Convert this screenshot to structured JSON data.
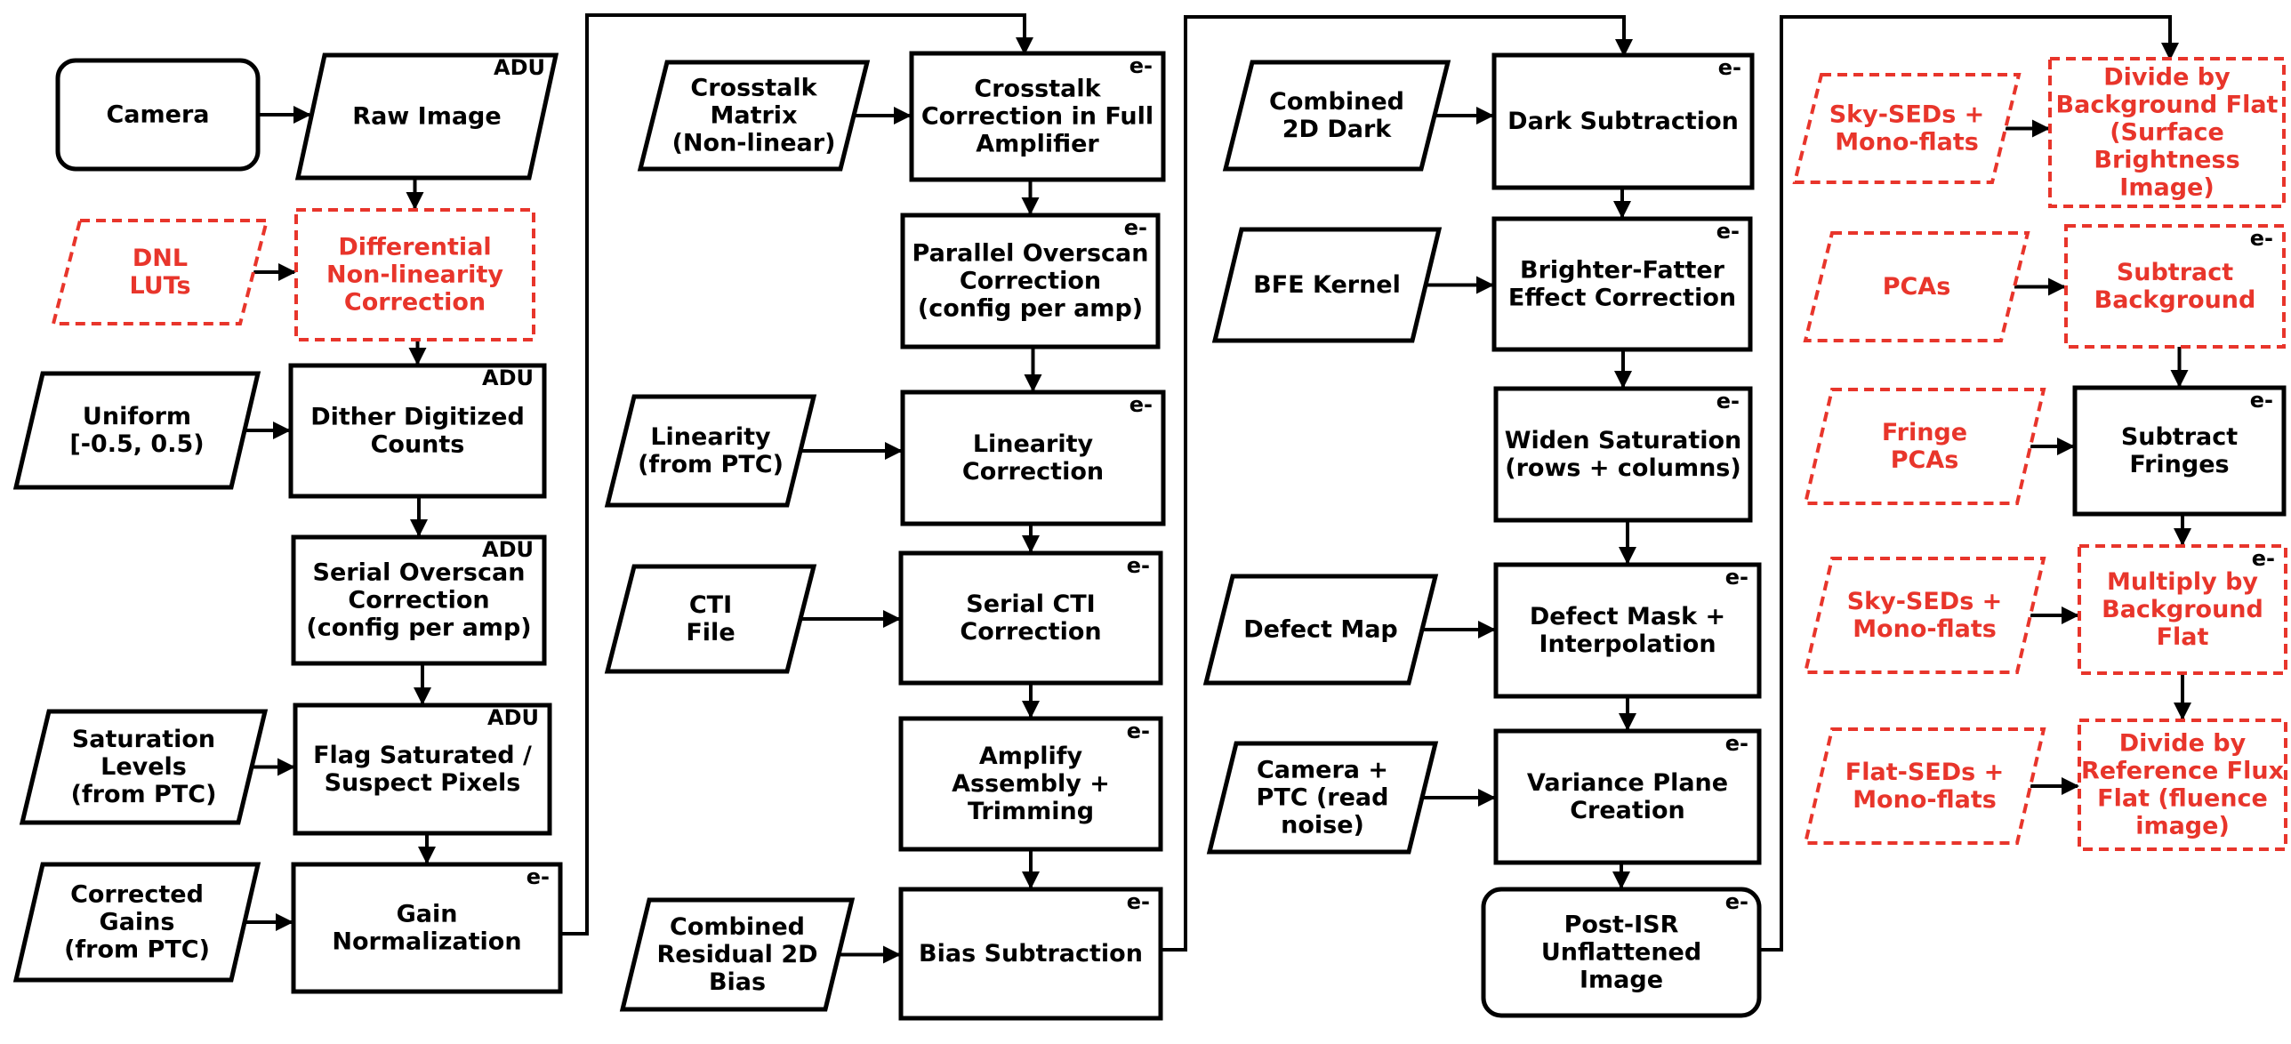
{
  "colors": {
    "black": "#000000",
    "red": "#e8352b"
  },
  "columns": [
    {
      "nodes": [
        {
          "id": "camera",
          "shape": "rounded",
          "style": "solid",
          "lines": [
            "Camera"
          ]
        },
        {
          "id": "raw-image",
          "shape": "para",
          "style": "solid",
          "lines": [
            "Raw Image"
          ],
          "unit": "ADU"
        },
        {
          "id": "dnl-luts",
          "shape": "para",
          "style": "dashed",
          "lines": [
            "DNL",
            "LUTs"
          ]
        },
        {
          "id": "dnl-correction",
          "shape": "rect",
          "style": "dashed",
          "lines": [
            "Differential",
            "Non-linearity",
            "Correction"
          ]
        },
        {
          "id": "uniform",
          "shape": "para",
          "style": "solid",
          "lines": [
            "Uniform",
            "[-0.5, 0.5)"
          ]
        },
        {
          "id": "dither",
          "shape": "rect",
          "style": "solid",
          "lines": [
            "Dither Digitized",
            "Counts"
          ],
          "unit": "ADU"
        },
        {
          "id": "serial-overscan",
          "shape": "rect",
          "style": "solid",
          "lines": [
            "Serial Overscan",
            "Correction",
            "(config per amp)"
          ],
          "unit": "ADU"
        },
        {
          "id": "saturation-levels",
          "shape": "para",
          "style": "solid",
          "lines": [
            "Saturation",
            "Levels",
            "(from PTC)"
          ]
        },
        {
          "id": "flag-saturated",
          "shape": "rect",
          "style": "solid",
          "lines": [
            "Flag Saturated /",
            "Suspect Pixels"
          ],
          "unit": "ADU"
        },
        {
          "id": "corrected-gains",
          "shape": "para",
          "style": "solid",
          "lines": [
            "Corrected",
            "Gains",
            "(from PTC)"
          ]
        },
        {
          "id": "gain-normalization",
          "shape": "rect",
          "style": "solid",
          "lines": [
            "Gain",
            "Normalization"
          ],
          "unit": "e-"
        }
      ]
    },
    {
      "nodes": [
        {
          "id": "crosstalk-matrix",
          "shape": "para",
          "style": "solid",
          "lines": [
            "Crosstalk",
            "Matrix",
            "(Non-linear)"
          ]
        },
        {
          "id": "crosstalk-correction",
          "shape": "rect",
          "style": "solid",
          "lines": [
            "Crosstalk",
            "Correction in Full",
            "Amplifier"
          ],
          "unit": "e-"
        },
        {
          "id": "parallel-overscan",
          "shape": "rect",
          "style": "solid",
          "lines": [
            "Parallel Overscan",
            "Correction",
            "(config per amp)"
          ],
          "unit": "e-"
        },
        {
          "id": "linearity-input",
          "shape": "para",
          "style": "solid",
          "lines": [
            "Linearity",
            "(from PTC)"
          ]
        },
        {
          "id": "linearity-correction",
          "shape": "rect",
          "style": "solid",
          "lines": [
            "Linearity",
            "Correction"
          ],
          "unit": "e-"
        },
        {
          "id": "cti-file",
          "shape": "para",
          "style": "solid",
          "lines": [
            "CTI",
            "File"
          ]
        },
        {
          "id": "serial-cti",
          "shape": "rect",
          "style": "solid",
          "lines": [
            "Serial CTI",
            "Correction"
          ],
          "unit": "e-"
        },
        {
          "id": "amplify-assembly",
          "shape": "rect",
          "style": "solid",
          "lines": [
            "Amplify",
            "Assembly +",
            "Trimming"
          ],
          "unit": "e-"
        },
        {
          "id": "combined-bias",
          "shape": "para",
          "style": "solid",
          "lines": [
            "Combined",
            "Residual 2D",
            "Bias"
          ]
        },
        {
          "id": "bias-subtraction",
          "shape": "rect",
          "style": "solid",
          "lines": [
            "Bias Subtraction"
          ],
          "unit": "e-"
        }
      ]
    },
    {
      "nodes": [
        {
          "id": "combined-dark",
          "shape": "para",
          "style": "solid",
          "lines": [
            "Combined",
            "2D Dark"
          ]
        },
        {
          "id": "dark-subtraction",
          "shape": "rect",
          "style": "solid",
          "lines": [
            "Dark Subtraction"
          ],
          "unit": "e-"
        },
        {
          "id": "bfe-kernel",
          "shape": "para",
          "style": "solid",
          "lines": [
            "BFE Kernel"
          ]
        },
        {
          "id": "bfe-correction",
          "shape": "rect",
          "style": "solid",
          "lines": [
            "Brighter-Fatter",
            "Effect Correction"
          ],
          "unit": "e-"
        },
        {
          "id": "widen-saturation",
          "shape": "rect",
          "style": "solid",
          "lines": [
            "Widen Saturation",
            "(rows + columns)"
          ],
          "unit": "e-"
        },
        {
          "id": "defect-map",
          "shape": "para",
          "style": "solid",
          "lines": [
            "Defect Map"
          ]
        },
        {
          "id": "defect-mask",
          "shape": "rect",
          "style": "solid",
          "lines": [
            "Defect Mask +",
            "Interpolation"
          ],
          "unit": "e-"
        },
        {
          "id": "camera-ptc",
          "shape": "para",
          "style": "solid",
          "lines": [
            "Camera +",
            "PTC (read",
            "noise)"
          ]
        },
        {
          "id": "variance-plane",
          "shape": "rect",
          "style": "solid",
          "lines": [
            "Variance Plane",
            "Creation"
          ],
          "unit": "e-"
        },
        {
          "id": "post-isr",
          "shape": "rounded",
          "style": "solid",
          "lines": [
            "Post-ISR",
            "Unflattened",
            "Image"
          ],
          "unit": "e-"
        }
      ]
    },
    {
      "nodes": [
        {
          "id": "sky-seds-1",
          "shape": "para",
          "style": "dashed",
          "lines": [
            "Sky-SEDs +",
            "Mono-flats"
          ]
        },
        {
          "id": "divide-background-flat",
          "shape": "rect",
          "style": "dashed",
          "lines": [
            "Divide by",
            "Background Flat",
            "(Surface",
            "Brightness",
            "Image)"
          ]
        },
        {
          "id": "pcas",
          "shape": "para",
          "style": "dashed",
          "lines": [
            "PCAs"
          ]
        },
        {
          "id": "subtract-background",
          "shape": "rect",
          "style": "dashed",
          "lines": [
            "Subtract",
            "Background"
          ],
          "unit": "e-"
        },
        {
          "id": "fringe-pcas",
          "shape": "para",
          "style": "dashed",
          "lines": [
            "Fringe",
            "PCAs"
          ]
        },
        {
          "id": "subtract-fringes",
          "shape": "rect",
          "style": "solid",
          "lines": [
            "Subtract",
            "Fringes"
          ],
          "unit": "e-"
        },
        {
          "id": "sky-seds-2",
          "shape": "para",
          "style": "dashed",
          "lines": [
            "Sky-SEDs +",
            "Mono-flats"
          ]
        },
        {
          "id": "multiply-background-flat",
          "shape": "rect",
          "style": "dashed",
          "lines": [
            "Multiply by",
            "Background",
            "Flat"
          ],
          "unit": "e-"
        },
        {
          "id": "flat-seds",
          "shape": "para",
          "style": "dashed",
          "lines": [
            "Flat-SEDs +",
            "Mono-flats"
          ]
        },
        {
          "id": "divide-reference-flat",
          "shape": "rect",
          "style": "dashed",
          "lines": [
            "Divide by",
            "Reference Flux",
            "Flat (fluence",
            "image)"
          ]
        }
      ]
    }
  ]
}
